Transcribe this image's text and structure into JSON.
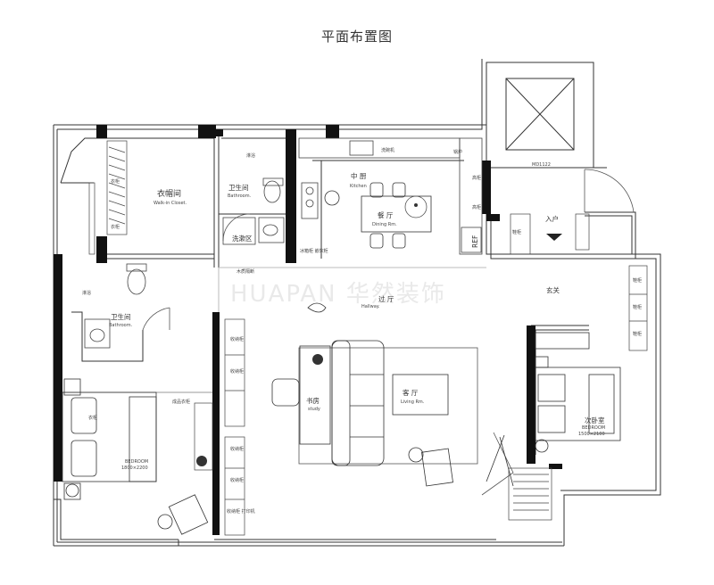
{
  "title": "平面布置图",
  "watermark": "HUAPAN 华然装饰",
  "rooms": {
    "closet": {
      "cn": "衣帽间",
      "en": "Walk-in Closet."
    },
    "bath1": {
      "cn": "卫生间",
      "en": "Bathroom."
    },
    "bath2": {
      "cn": "卫生间",
      "en": "Bathroom."
    },
    "laundry": {
      "cn": "洗漱区"
    },
    "kitchen": {
      "cn": "中 厨",
      "en": "Kitchen"
    },
    "dining": {
      "cn": "餐 厅",
      "en": "Dining Rm."
    },
    "hallway": {
      "cn": "过 厅",
      "en": "Hallway."
    },
    "foyer": {
      "cn": "玄关"
    },
    "entry": {
      "cn": "入户"
    },
    "living": {
      "cn": "客 厅",
      "en": "Living Rm."
    },
    "study": {
      "cn": "书房",
      "en": "study"
    },
    "master": {
      "en": "BEDROOM",
      "size": "1800×2200"
    },
    "second": {
      "cn": "次卧室",
      "en": "BEDROOM",
      "size": "1500×2100"
    }
  },
  "labels": {
    "door_code": "MD1122",
    "fridge": "REF",
    "shower": "淋浴",
    "shower2": "淋浴",
    "dishwasher": "洗碗机",
    "boiler": "锅炉",
    "tall_cab": "高柜",
    "tall_cab2": "高柜",
    "storage_cab": "收纳柜",
    "storage_cab2": "收纳柜",
    "storage_cab3": "收纳柜",
    "storage_cab4": "收纳柜",
    "shoe1": "鞋柜",
    "shoe2": "鞋柜",
    "shoe3": "鞋柜",
    "shoe4": "鞋柜",
    "wood_cab": "木质隔断",
    "fridge_cab": "冰箱柜 嵌饮柜",
    "closet_cab1": "衣柜",
    "closet_cab2": "衣柜",
    "closet_cab3": "衣柜",
    "finished_cab": "成品衣柜",
    "storage_print": "收纳柜 打印机"
  }
}
